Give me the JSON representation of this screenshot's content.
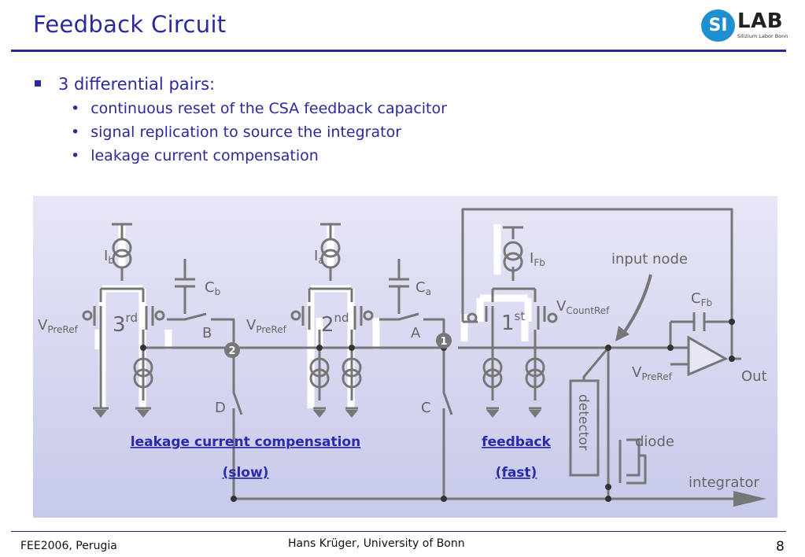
{
  "slide": {
    "title": "Feedback Circuit",
    "logo": {
      "mark": "SI",
      "word": "LAB",
      "subtitle": "Silizium Labor Bonn"
    }
  },
  "bullets": {
    "main": "3 differential pairs:",
    "sub": [
      "continuous reset of the CSA feedback capacitor",
      "signal replication to source the integrator",
      "leakage current compensation"
    ]
  },
  "diagram": {
    "labels": {
      "ib_main": "I",
      "ib_sub": "b",
      "ia_main": "I",
      "ia_sub": "a",
      "ifb_main": "I",
      "ifb_sub": "Fb",
      "cb_main": "C",
      "cb_sub": "b",
      "ca_main": "C",
      "ca_sub": "a",
      "cfb_main": "C",
      "cfb_sub": "Fb",
      "vpreref_main": "V",
      "vpreref_sub": "PreRef",
      "vcountref_main": "V",
      "vcountref_sub": "CountRef",
      "pair3_num": "3",
      "pair3_sup": "rd",
      "pair2_num": "2",
      "pair2_sup": "nd",
      "pair1_num": "1",
      "pair1_sup": "st",
      "switch_b": "B",
      "switch_a": "A",
      "switch_d": "D",
      "switch_c": "C",
      "node1": "1",
      "node2": "2",
      "input_node": "input node",
      "out": "Out",
      "detector": "detector",
      "diode": "diode",
      "integrator": "integrator",
      "leakage": "leakage current compensation",
      "slow": "(slow)",
      "feedback": "feedback",
      "fast": "(fast)"
    },
    "colors": {
      "background_top": "#e6e6f6",
      "background_bottom": "#c7c9ea",
      "wire": "#777777",
      "highlight": "#ffffff",
      "caption": "#2a2aaa"
    }
  },
  "footer": {
    "left": "FEE2006, Perugia",
    "center": "Hans Krüger, University of Bonn",
    "page": "8"
  }
}
